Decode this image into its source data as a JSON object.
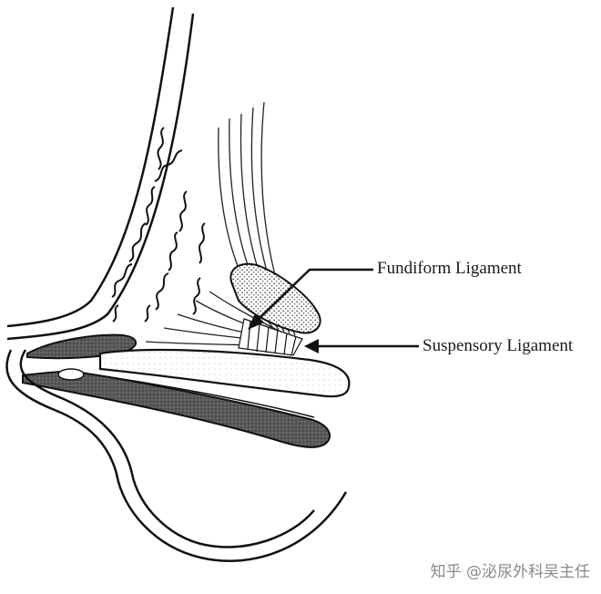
{
  "labels": {
    "fundiform": "Fundiform Ligament",
    "suspensory": "Suspensory Ligament"
  },
  "watermark": "知乎 @泌尿外科吴主任",
  "colors": {
    "ink": "#111111",
    "dark_fill": "#555555",
    "stipple": "#9a9a9a",
    "watermark": "#8a8a8a"
  }
}
